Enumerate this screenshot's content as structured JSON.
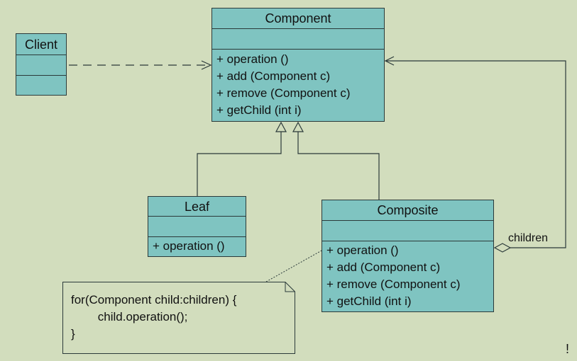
{
  "classes": {
    "client": {
      "name": "Client",
      "operations": []
    },
    "component": {
      "name": "Component",
      "operations": [
        "+ operation ()",
        "+ add (Component c)",
        "+ remove (Component c)",
        "+ getChild (int i)"
      ]
    },
    "leaf": {
      "name": "Leaf",
      "operations": [
        "+ operation ()"
      ]
    },
    "composite": {
      "name": "Composite",
      "operations": [
        "+ operation ()",
        "+ add (Component c)",
        "+ remove (Component c)",
        "+ getChild (int i)"
      ]
    }
  },
  "association": {
    "label": "children"
  },
  "note": {
    "text": "for(Component child:children) {\n        child.operation();\n}"
  },
  "corner_mark": "!",
  "colors": {
    "background": "#d2ddbd",
    "class_fill": "#7fc4c1",
    "line": "#2b3a3a",
    "note_fill": "#d2ddbd"
  }
}
